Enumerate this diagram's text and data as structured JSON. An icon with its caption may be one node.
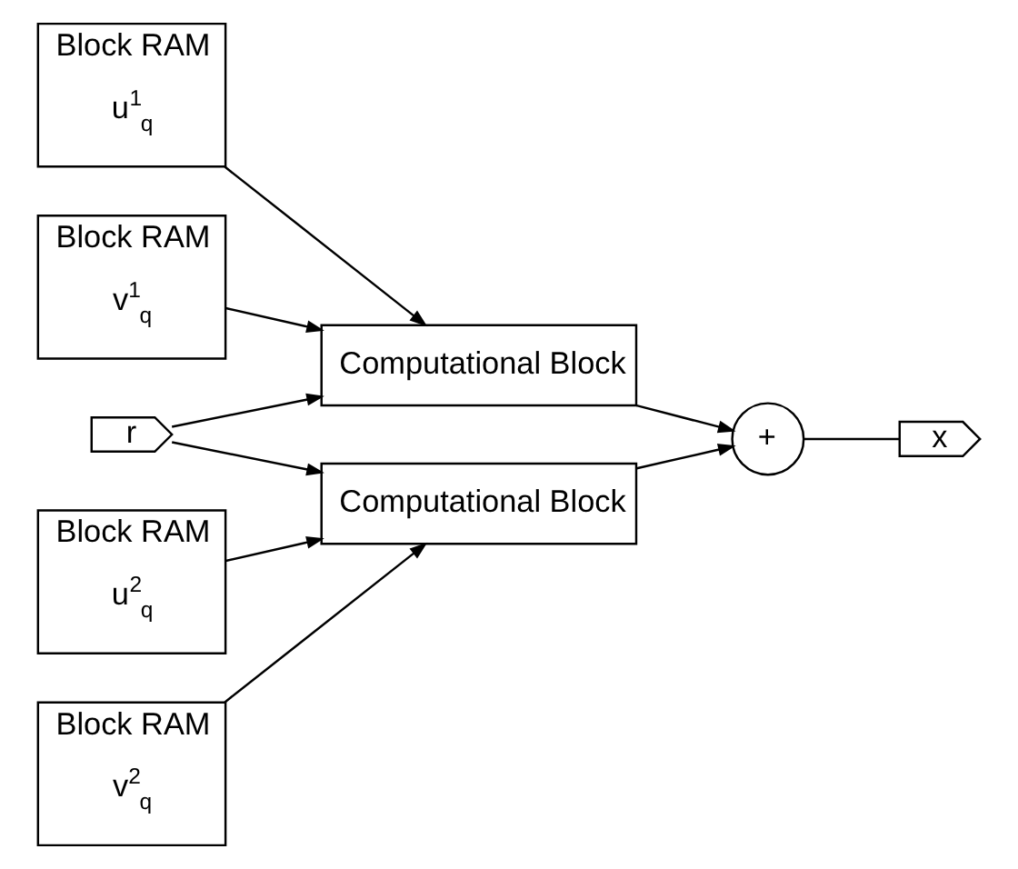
{
  "diagram": {
    "nodes": [
      {
        "text": [
          "r"
        ]
      },
      {
        "text": [
          "Block RAM",
          "u$^{1}$$_{q}$"
        ]
      },
      {
        "text": [
          "Block RAM",
          "v$^{1}$$_{q}$"
        ]
      },
      {
        "text": [
          "Computational Block"
        ]
      },
      {
        "text": [
          "Block RAM",
          "u$^{2}$$_{q}$"
        ]
      },
      {
        "text": [
          "Block RAM",
          "v$^{2}$$_{q}$"
        ]
      },
      {
        "text": [
          "Computational Block"
        ]
      },
      {
        "text": [
          "+"
        ]
      },
      {
        "text": [
          "x"
        ]
      }
    ],
    "edges": [
      {
        "from": 1,
        "to": 3,
        "arrow": "to"
      },
      {
        "from": 2,
        "to": 3,
        "arrow": "to"
      },
      {
        "from": 0,
        "to": 3,
        "arrow": "to"
      },
      {
        "from": 0,
        "to": 6,
        "arrow": "to"
      },
      {
        "from": 4,
        "to": 6,
        "arrow": "to"
      },
      {
        "from": 5,
        "to": 6,
        "arrow": "to"
      },
      {
        "from": 3,
        "to": 7,
        "arrow": "to"
      },
      {
        "from": 6,
        "to": 7,
        "arrow": "to"
      },
      {
        "from": 7,
        "to": 8,
        "arrow": "none"
      }
    ]
  }
}
